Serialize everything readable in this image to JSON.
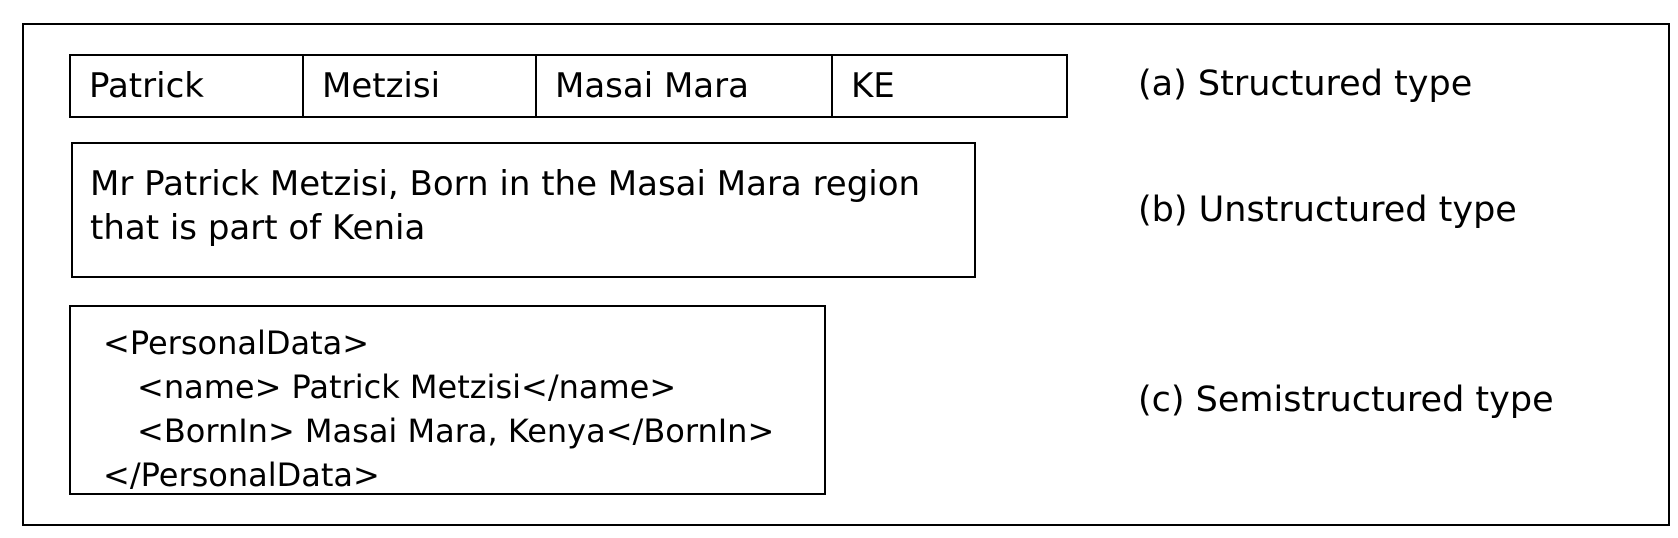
{
  "structured": {
    "cells": [
      "Patrick",
      "Metzisi",
      "Masai Mara",
      "KE"
    ],
    "caption": "(a) Structured type"
  },
  "unstructured": {
    "lines": [
      "Mr Patrick Metzisi, Born in the Masai Mara region",
      "that is part of Kenia"
    ],
    "caption": "(b) Unstructured type"
  },
  "semistructured": {
    "lines": [
      "<PersonalData>",
      "<name> Patrick Metzisi</name>",
      "<BornIn> Masai Mara, Kenya</BornIn>",
      "</PersonalData>"
    ],
    "caption": "(c) Semistructured type"
  }
}
